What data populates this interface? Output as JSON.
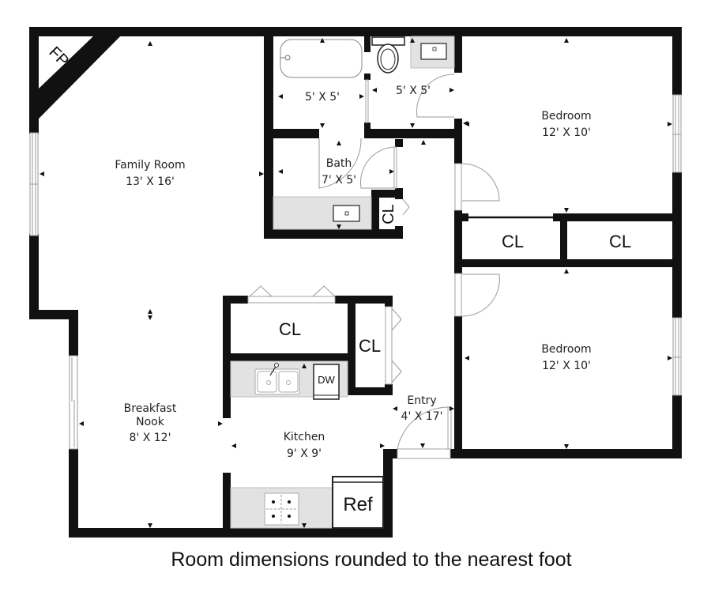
{
  "plan": {
    "caption": "Room dimensions rounded to the nearest foot",
    "rooms": {
      "family_room": {
        "name": "Family Room",
        "dims": "13' X 16'"
      },
      "bedroom_1": {
        "name": "Bedroom",
        "dims": "12' X 10'"
      },
      "bedroom_2": {
        "name": "Bedroom",
        "dims": "12' X 10'"
      },
      "tub_room": {
        "dims": "5' X 5'"
      },
      "toilet_room": {
        "dims": "5' X 5'"
      },
      "bath": {
        "name": "Bath",
        "dims": "7' X 5'"
      },
      "breakfast_nook": {
        "name_line1": "Breakfast",
        "name_line2": "Nook",
        "dims": "8' X 12'"
      },
      "kitchen": {
        "name": "Kitchen",
        "dims": "9' X 9'"
      },
      "entry": {
        "name": "Entry",
        "dims": "4' X 17'"
      }
    },
    "closets": {
      "bedroom_closet_1": "CL",
      "bedroom_closet_2": "CL",
      "hall_closet": "CL",
      "pantry_closet": "CL",
      "bath_closet": "CL"
    },
    "fixtures": {
      "fireplace": "FP",
      "dishwasher": "DW",
      "refrigerator": "Ref"
    },
    "colors": {
      "wall": "#111111",
      "counter": "#e2e2e2",
      "background": "#ffffff"
    }
  }
}
